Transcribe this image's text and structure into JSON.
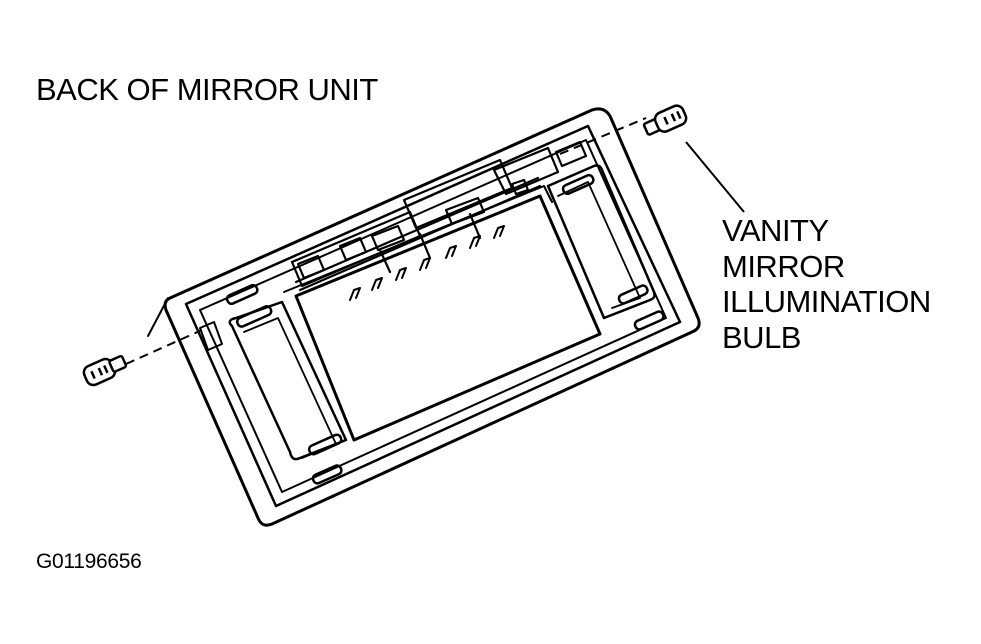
{
  "diagram": {
    "title": "BACK OF MIRROR UNIT",
    "callout_lines": [
      "VANITY",
      "MIRROR",
      "ILLUMINATION",
      "BULB"
    ],
    "figure_id": "G01196656"
  },
  "colors": {
    "ink": "#000000",
    "paper": "#ffffff"
  }
}
